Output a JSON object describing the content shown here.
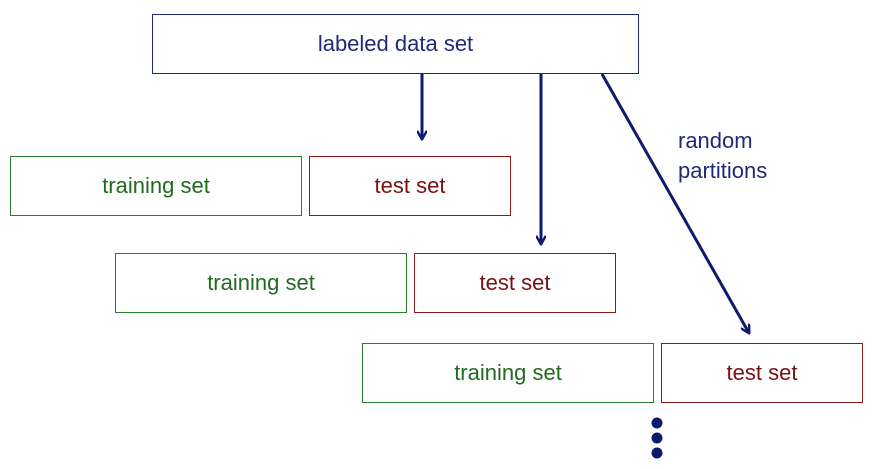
{
  "source": {
    "label": "labeled data set"
  },
  "partitions": [
    {
      "training_label": "training set",
      "test_label": "test set"
    },
    {
      "training_label": "training set",
      "test_label": "test set"
    },
    {
      "training_label": "training set",
      "test_label": "test set"
    }
  ],
  "annotation": {
    "text": "random\npartitions"
  },
  "colors": {
    "source": "#1f2a78",
    "training": "#1f6b1f",
    "test": "#7a1010",
    "arrow": "#0d1a6e"
  }
}
